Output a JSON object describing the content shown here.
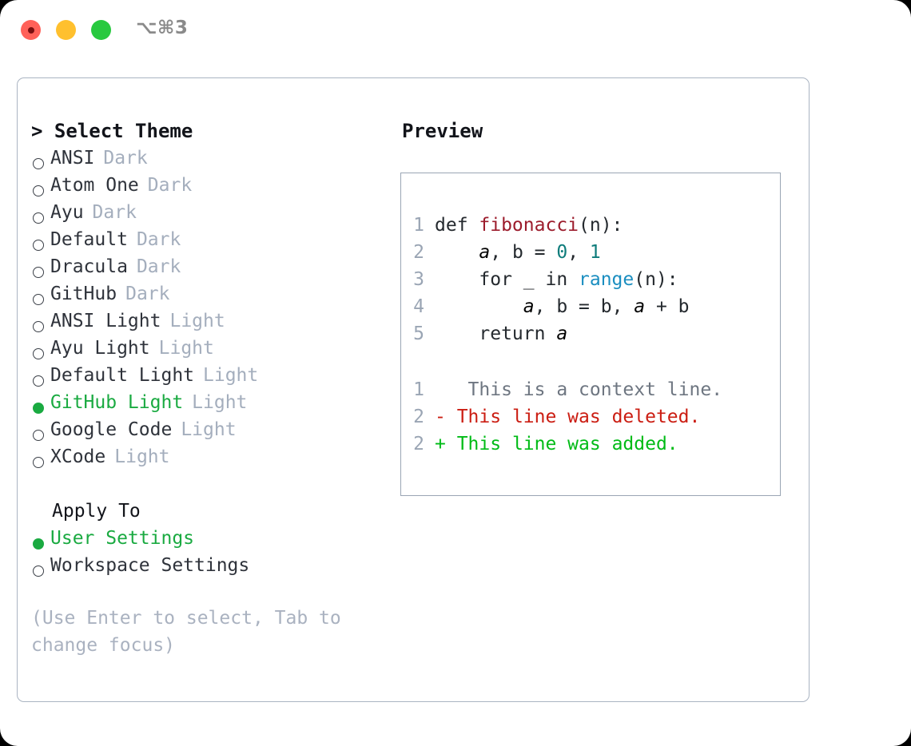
{
  "titlebar": {
    "shortcut": "⌥⌘3",
    "buttons": [
      "close",
      "minimize",
      "maximize"
    ]
  },
  "theme_picker": {
    "prompt": "> Select Theme",
    "items": [
      {
        "label": "ANSI",
        "tag": "Dark",
        "selected": false
      },
      {
        "label": "Atom One",
        "tag": "Dark",
        "selected": false
      },
      {
        "label": "Ayu",
        "tag": "Dark",
        "selected": false
      },
      {
        "label": "Default",
        "tag": "Dark",
        "selected": false
      },
      {
        "label": "Dracula",
        "tag": "Dark",
        "selected": false
      },
      {
        "label": "GitHub",
        "tag": "Dark",
        "selected": false
      },
      {
        "label": "ANSI Light",
        "tag": "Light",
        "selected": false
      },
      {
        "label": "Ayu Light",
        "tag": "Light",
        "selected": false
      },
      {
        "label": "Default Light",
        "tag": "Light",
        "selected": false
      },
      {
        "label": "GitHub Light",
        "tag": "Light",
        "selected": true
      },
      {
        "label": "Google Code",
        "tag": "Light",
        "selected": false
      },
      {
        "label": "XCode",
        "tag": "Light",
        "selected": false
      }
    ]
  },
  "apply_to": {
    "title": "Apply To",
    "options": [
      {
        "label": "User Settings",
        "selected": true
      },
      {
        "label": "Workspace Settings",
        "selected": false
      }
    ]
  },
  "hint": "(Use Enter to select, Tab to change focus)",
  "preview": {
    "title": "Preview",
    "code_lines": [
      {
        "n": "1",
        "segments": [
          {
            "text": "def ",
            "cls": "code"
          },
          {
            "text": "fibonacci",
            "cls": "tok-fn"
          },
          {
            "text": "(n):",
            "cls": "code"
          }
        ]
      },
      {
        "n": "2",
        "segments": [
          {
            "text": "    ",
            "cls": "code"
          },
          {
            "text": "a",
            "cls": "tok-var"
          },
          {
            "text": ", ",
            "cls": "code"
          },
          {
            "text": "b",
            "cls": "code"
          },
          {
            "text": " = ",
            "cls": "code"
          },
          {
            "text": "0",
            "cls": "tok-num"
          },
          {
            "text": ", ",
            "cls": "code"
          },
          {
            "text": "1",
            "cls": "tok-num"
          }
        ]
      },
      {
        "n": "3",
        "segments": [
          {
            "text": "    for _ in ",
            "cls": "code"
          },
          {
            "text": "range",
            "cls": "tok-call"
          },
          {
            "text": "(n):",
            "cls": "code"
          }
        ]
      },
      {
        "n": "4",
        "segments": [
          {
            "text": "        ",
            "cls": "code"
          },
          {
            "text": "a",
            "cls": "tok-var"
          },
          {
            "text": ", b = b, ",
            "cls": "code"
          },
          {
            "text": "a",
            "cls": "tok-var"
          },
          {
            "text": " + b",
            "cls": "code"
          }
        ]
      },
      {
        "n": "5",
        "segments": [
          {
            "text": "    return ",
            "cls": "code"
          },
          {
            "text": "a",
            "cls": "tok-var"
          }
        ]
      }
    ],
    "diff_lines": [
      {
        "n": "1",
        "marker": " ",
        "text": "  This is a context line.",
        "cls": "diff-ctx"
      },
      {
        "n": "2",
        "marker": "-",
        "text": " This line was deleted.",
        "cls": "diff-del"
      },
      {
        "n": "2",
        "marker": "+",
        "text": " This line was added.",
        "cls": "diff-add"
      }
    ]
  },
  "colors": {
    "accent_green": "#1aaa41",
    "diff_added": "#00bb16",
    "diff_deleted": "#cb1d12",
    "tag_muted": "#a4aebd",
    "panel_border": "#aab4c2",
    "codebox_border": "#9aa5b4",
    "traffic_red": "#ff6159",
    "traffic_yellow": "#ffc02e",
    "traffic_green": "#28c93f",
    "token_function": "#9c1c2c",
    "token_number": "#0e7c7b",
    "token_call": "#1b8ec0",
    "linenumber": "#9aa5b4"
  }
}
